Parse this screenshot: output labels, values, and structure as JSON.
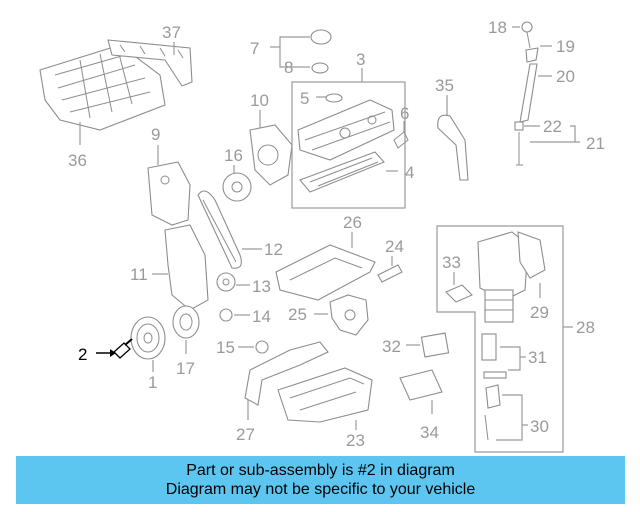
{
  "diagram": {
    "callouts": [
      "1",
      "2",
      "3",
      "4",
      "5",
      "6",
      "7",
      "8",
      "9",
      "10",
      "11",
      "12",
      "13",
      "14",
      "15",
      "16",
      "17",
      "18",
      "19",
      "20",
      "21",
      "22",
      "23",
      "24",
      "25",
      "26",
      "27",
      "28",
      "29",
      "30",
      "31",
      "32",
      "33",
      "34",
      "35",
      "36",
      "37"
    ],
    "highlighted_callout": "2"
  },
  "banner": {
    "line1": "Part or sub-assembly is #2 in diagram",
    "line2": "Diagram may not be specific to your vehicle",
    "color": "#5cc5f0"
  }
}
